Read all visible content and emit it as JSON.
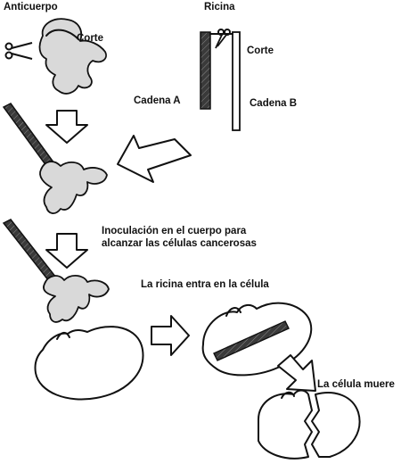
{
  "labels": {
    "antibody": "Anticuerpo",
    "ricin": "Ricina",
    "cut_antibody": "Corte",
    "cut_ricin": "Corte",
    "chain_a": "Cadena A",
    "chain_b": "Cadena B",
    "inoculation_line1": "Inoculación en el cuerpo para",
    "inoculation_line2": "alcanzar las células cancerosas",
    "ricin_enters": "La ricina entra en la célula",
    "cell_dies": "La célula muere"
  },
  "colors": {
    "ink": "#111111",
    "antibody_fill": "#d9d9d9",
    "chain_a_fill": "#3a3a3a",
    "toxin_fill": "#6e6e6e"
  },
  "icons": [
    "scissors-icon",
    "scissors-icon"
  ]
}
